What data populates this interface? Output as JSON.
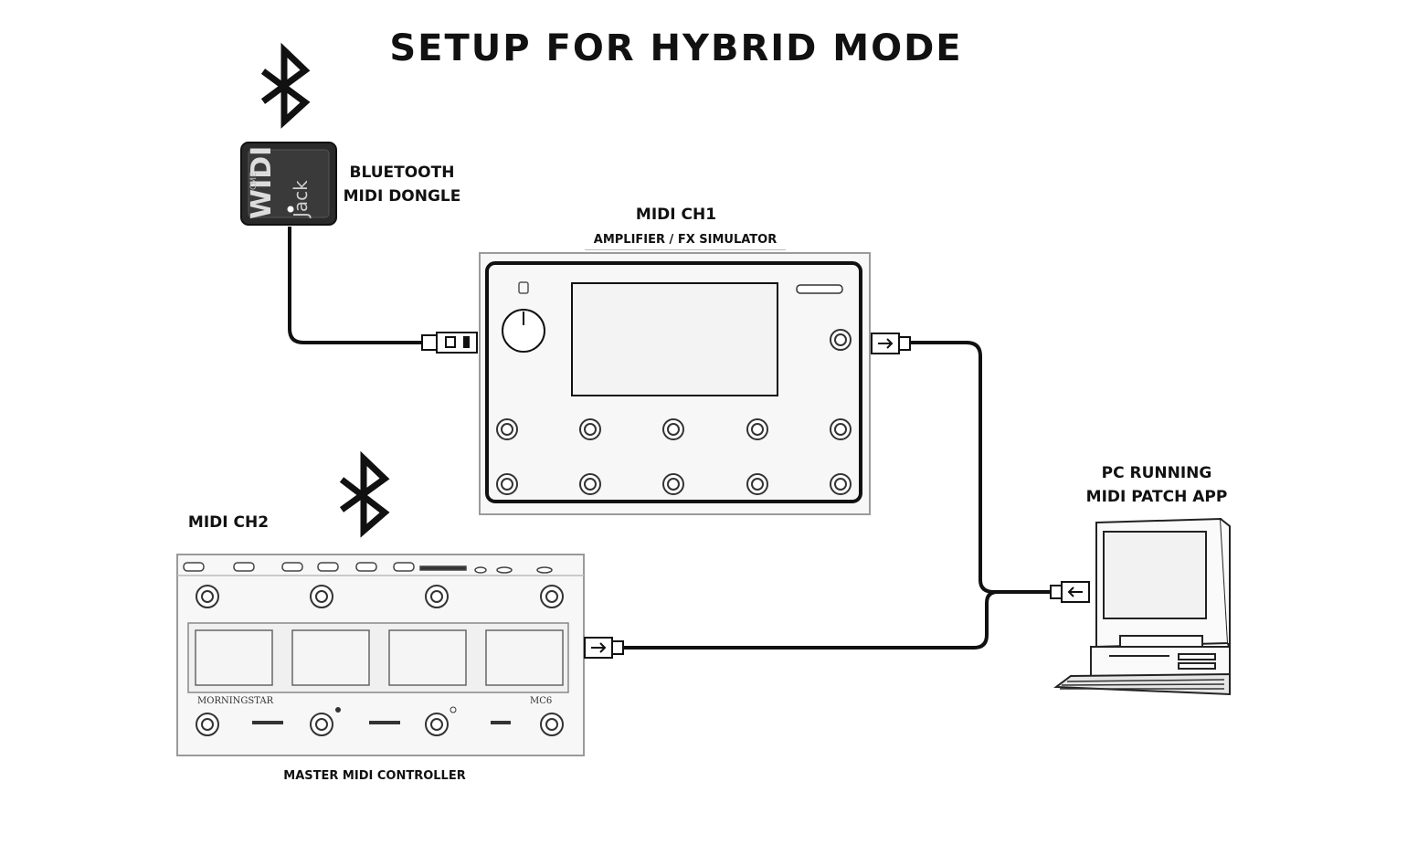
{
  "title": "SETUP FOR HYBRID MODE",
  "dongle": {
    "label_line1": "BLUETOOTH",
    "label_line2": "MIDI DONGLE",
    "brand_top": "CME",
    "brand_main": "WIDI",
    "brand_sub": "Jack"
  },
  "amp": {
    "channel": "MIDI CH1",
    "caption": "AMPLIFIER / FX SIMULATOR"
  },
  "controller": {
    "channel": "MIDI CH2",
    "caption": "MASTER MIDI CONTROLLER",
    "brand": "MORNINGSTAR",
    "model": "MC6"
  },
  "pc": {
    "label_line1": "PC RUNNING",
    "label_line2": "MIDI PATCH APP"
  },
  "colors": {
    "line": "#111111",
    "device": "#f7f7f7",
    "dongle": "#2a2a2a"
  },
  "icons": [
    "bluetooth-icon",
    "usb-icon",
    "usb-icon",
    "usb-icon",
    "usb-icon"
  ]
}
